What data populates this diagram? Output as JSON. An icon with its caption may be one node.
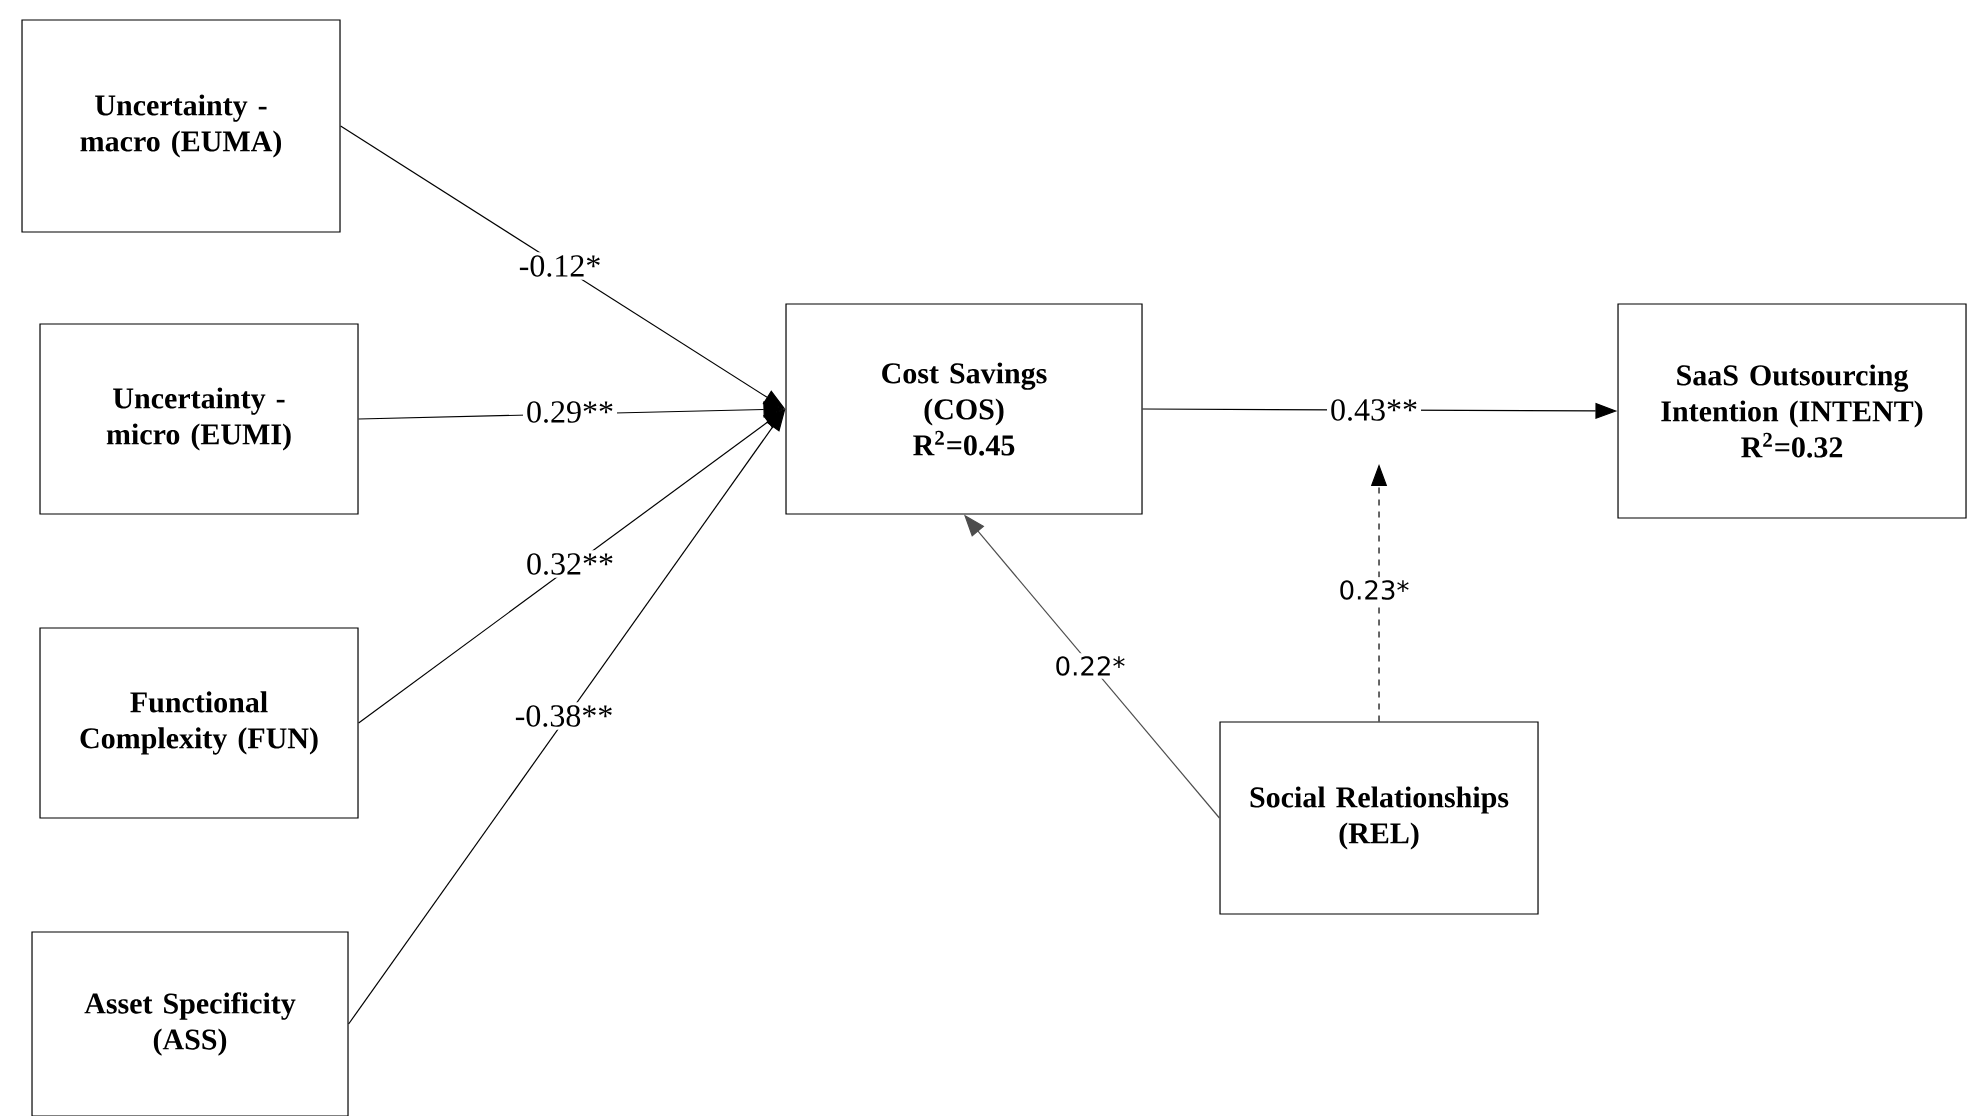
{
  "diagram": {
    "nodes": [
      {
        "text": [
          "Uncertainty - macro (EUMA)"
        ]
      },
      {
        "text": [
          "Uncertainty - micro (EUMI)"
        ]
      },
      {
        "text": [
          "Functional Complexity (FUN)"
        ]
      },
      {
        "text": [
          "Asset Specificity (ASS)"
        ]
      },
      {
        "text": [
          "Cost Savings (COS)",
          "R$^{2}$=0.45"
        ]
      },
      {
        "text": [
          "SaaS Outsourcing Intention (INTENT)",
          "R$^{2}$=0.32"
        ]
      },
      {
        "text": [
          "Social Relationships (REL)"
        ]
      }
    ],
    "edges": [
      {
        "from": 0,
        "to": 4,
        "arrow": "to",
        "label": "-0.12*"
      },
      {
        "from": 1,
        "to": 4,
        "arrow": "to",
        "label": "0.29**"
      },
      {
        "from": 2,
        "to": 4,
        "arrow": "to",
        "label": "0.32**"
      },
      {
        "from": 3,
        "to": 4,
        "arrow": "to",
        "label": "-0.38**"
      },
      {
        "from": 4,
        "to": 5,
        "arrow": "to",
        "label": "0.43**"
      },
      {
        "from": 6,
        "to": 4,
        "arrow": "to",
        "label": "0.22*",
        "color": "#4d4d4d"
      },
      {
        "from": 6,
        "to": null,
        "arrow": "to",
        "label": "0.23*",
        "style": "dashed"
      }
    ]
  }
}
